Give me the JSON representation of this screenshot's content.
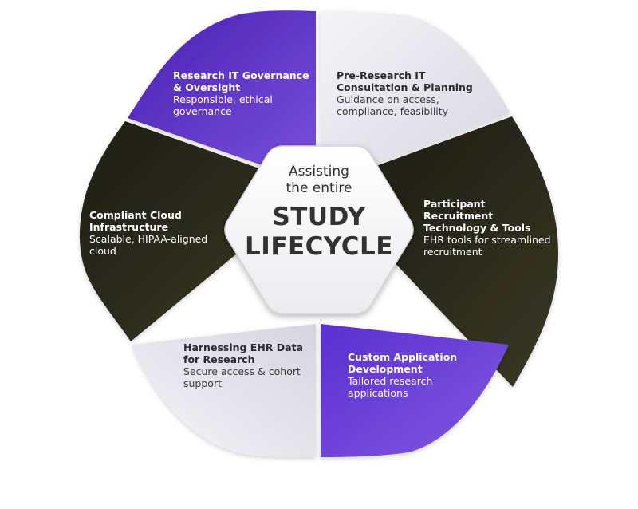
{
  "center": {
    "subtitle_line1": "Assisting",
    "subtitle_line2": "the entire",
    "title_line1": "STUDY",
    "title_line2": "LIFECYCLE"
  },
  "segments": [
    {
      "title": [
        "Research IT Governance",
        "& Oversight"
      ],
      "description": [
        "Responsible, ethical",
        "governance"
      ],
      "color": "#5b2fc4",
      "theme": "dark"
    },
    {
      "title": [
        "Pre-Research IT",
        "Consultation & Planning"
      ],
      "description": [
        "Guidance on access,",
        "compliance, feasibility"
      ],
      "color": "#e6e3ec",
      "theme": "light"
    },
    {
      "title": [
        "Participant",
        "Recruitment",
        "Technology & Tools"
      ],
      "description": [
        "EHR tools for streamlined",
        "recruitment"
      ],
      "color": "#28261a",
      "theme": "dark"
    },
    {
      "title": [
        "Custom Application",
        "Development"
      ],
      "description": [
        "Tailored research",
        "applications"
      ],
      "color": "#6a3fd6",
      "theme": "dark"
    },
    {
      "title": [
        "Harnessing EHR Data",
        "for Research"
      ],
      "description": [
        "Secure access & cohort",
        "support"
      ],
      "color": "#e6e3ec",
      "theme": "light"
    },
    {
      "title": [
        "Compliant Cloud",
        "Infrastructure"
      ],
      "description": [
        "Scalable, HIPAA-aligned",
        "cloud"
      ],
      "color": "#28261a",
      "theme": "dark"
    }
  ]
}
